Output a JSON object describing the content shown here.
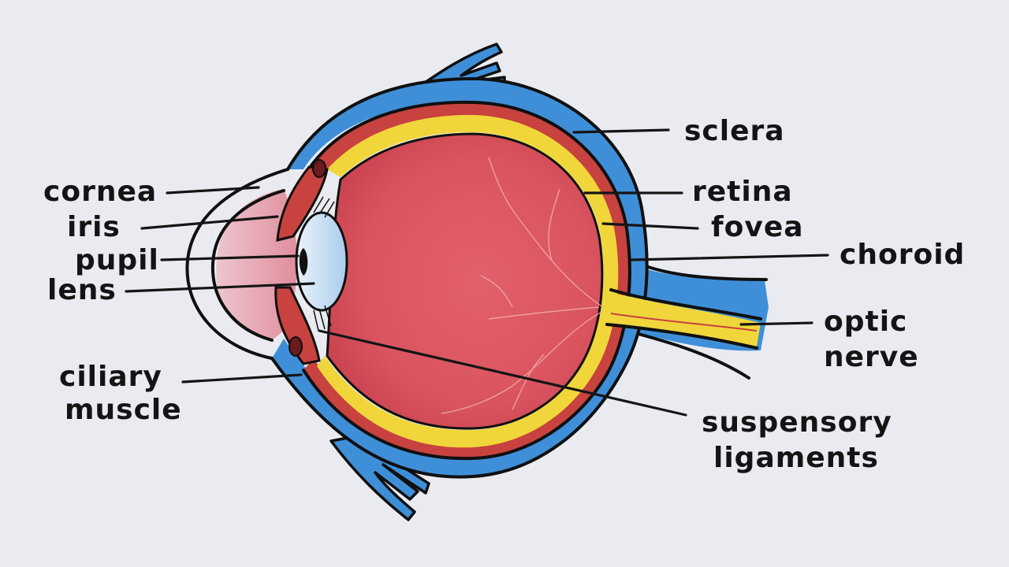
{
  "colors": {
    "background": "#e9ebf1",
    "sclera": "#3f8fd8",
    "choroid": "#c8423f",
    "retina": "#f0d63a",
    "vitreous": "#d9545f",
    "lens": "#d3e6f7",
    "optic_nerve": "#f0d63a",
    "ink": "#141414"
  },
  "labels": {
    "sclera": "sclera",
    "retina": "retina",
    "fovea": "fovea",
    "choroid": "choroid",
    "optic_nerve_line1": "optic",
    "optic_nerve_line2": "nerve",
    "suspensory_line1": "suspensory",
    "suspensory_line2": "ligaments",
    "cornea": "cornea",
    "iris": "iris",
    "pupil": "pupil",
    "lens": "lens",
    "ciliary_line1": "ciliary",
    "ciliary_line2": "muscle"
  }
}
